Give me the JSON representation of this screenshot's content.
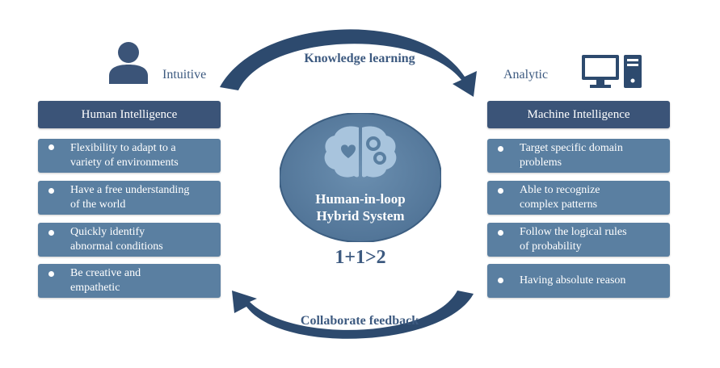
{
  "colors": {
    "header_bg": "#3b5478",
    "item_bg": "#5a7fa1",
    "circle_bg": "#5a7fa1",
    "arrow": "#2d4a6e",
    "text_accent": "#3d5a80"
  },
  "left": {
    "label": "Intuitive",
    "icon": "person-icon",
    "header": "Human Intelligence",
    "items": [
      "Flexibility to adapt to a\nvariety of environments",
      "Have a free understanding\nof the world",
      "Quickly identify\nabnormal conditions",
      "Be creative and\nempathetic"
    ]
  },
  "right": {
    "label": "Analytic",
    "icon": "computer-icon",
    "header": "Machine Intelligence",
    "items": [
      "Target specific domain\nproblems",
      "Able to recognize\ncomplex patterns",
      "Follow the logical rules\nof probability",
      "Having absolute reason"
    ]
  },
  "center": {
    "title": "Human-in-loop\nHybrid System",
    "icon": "brain-icon",
    "formula": "1+1>2"
  },
  "arrows": {
    "top_label": "Knowledge learning",
    "bottom_label": "Collaborate feedback"
  }
}
